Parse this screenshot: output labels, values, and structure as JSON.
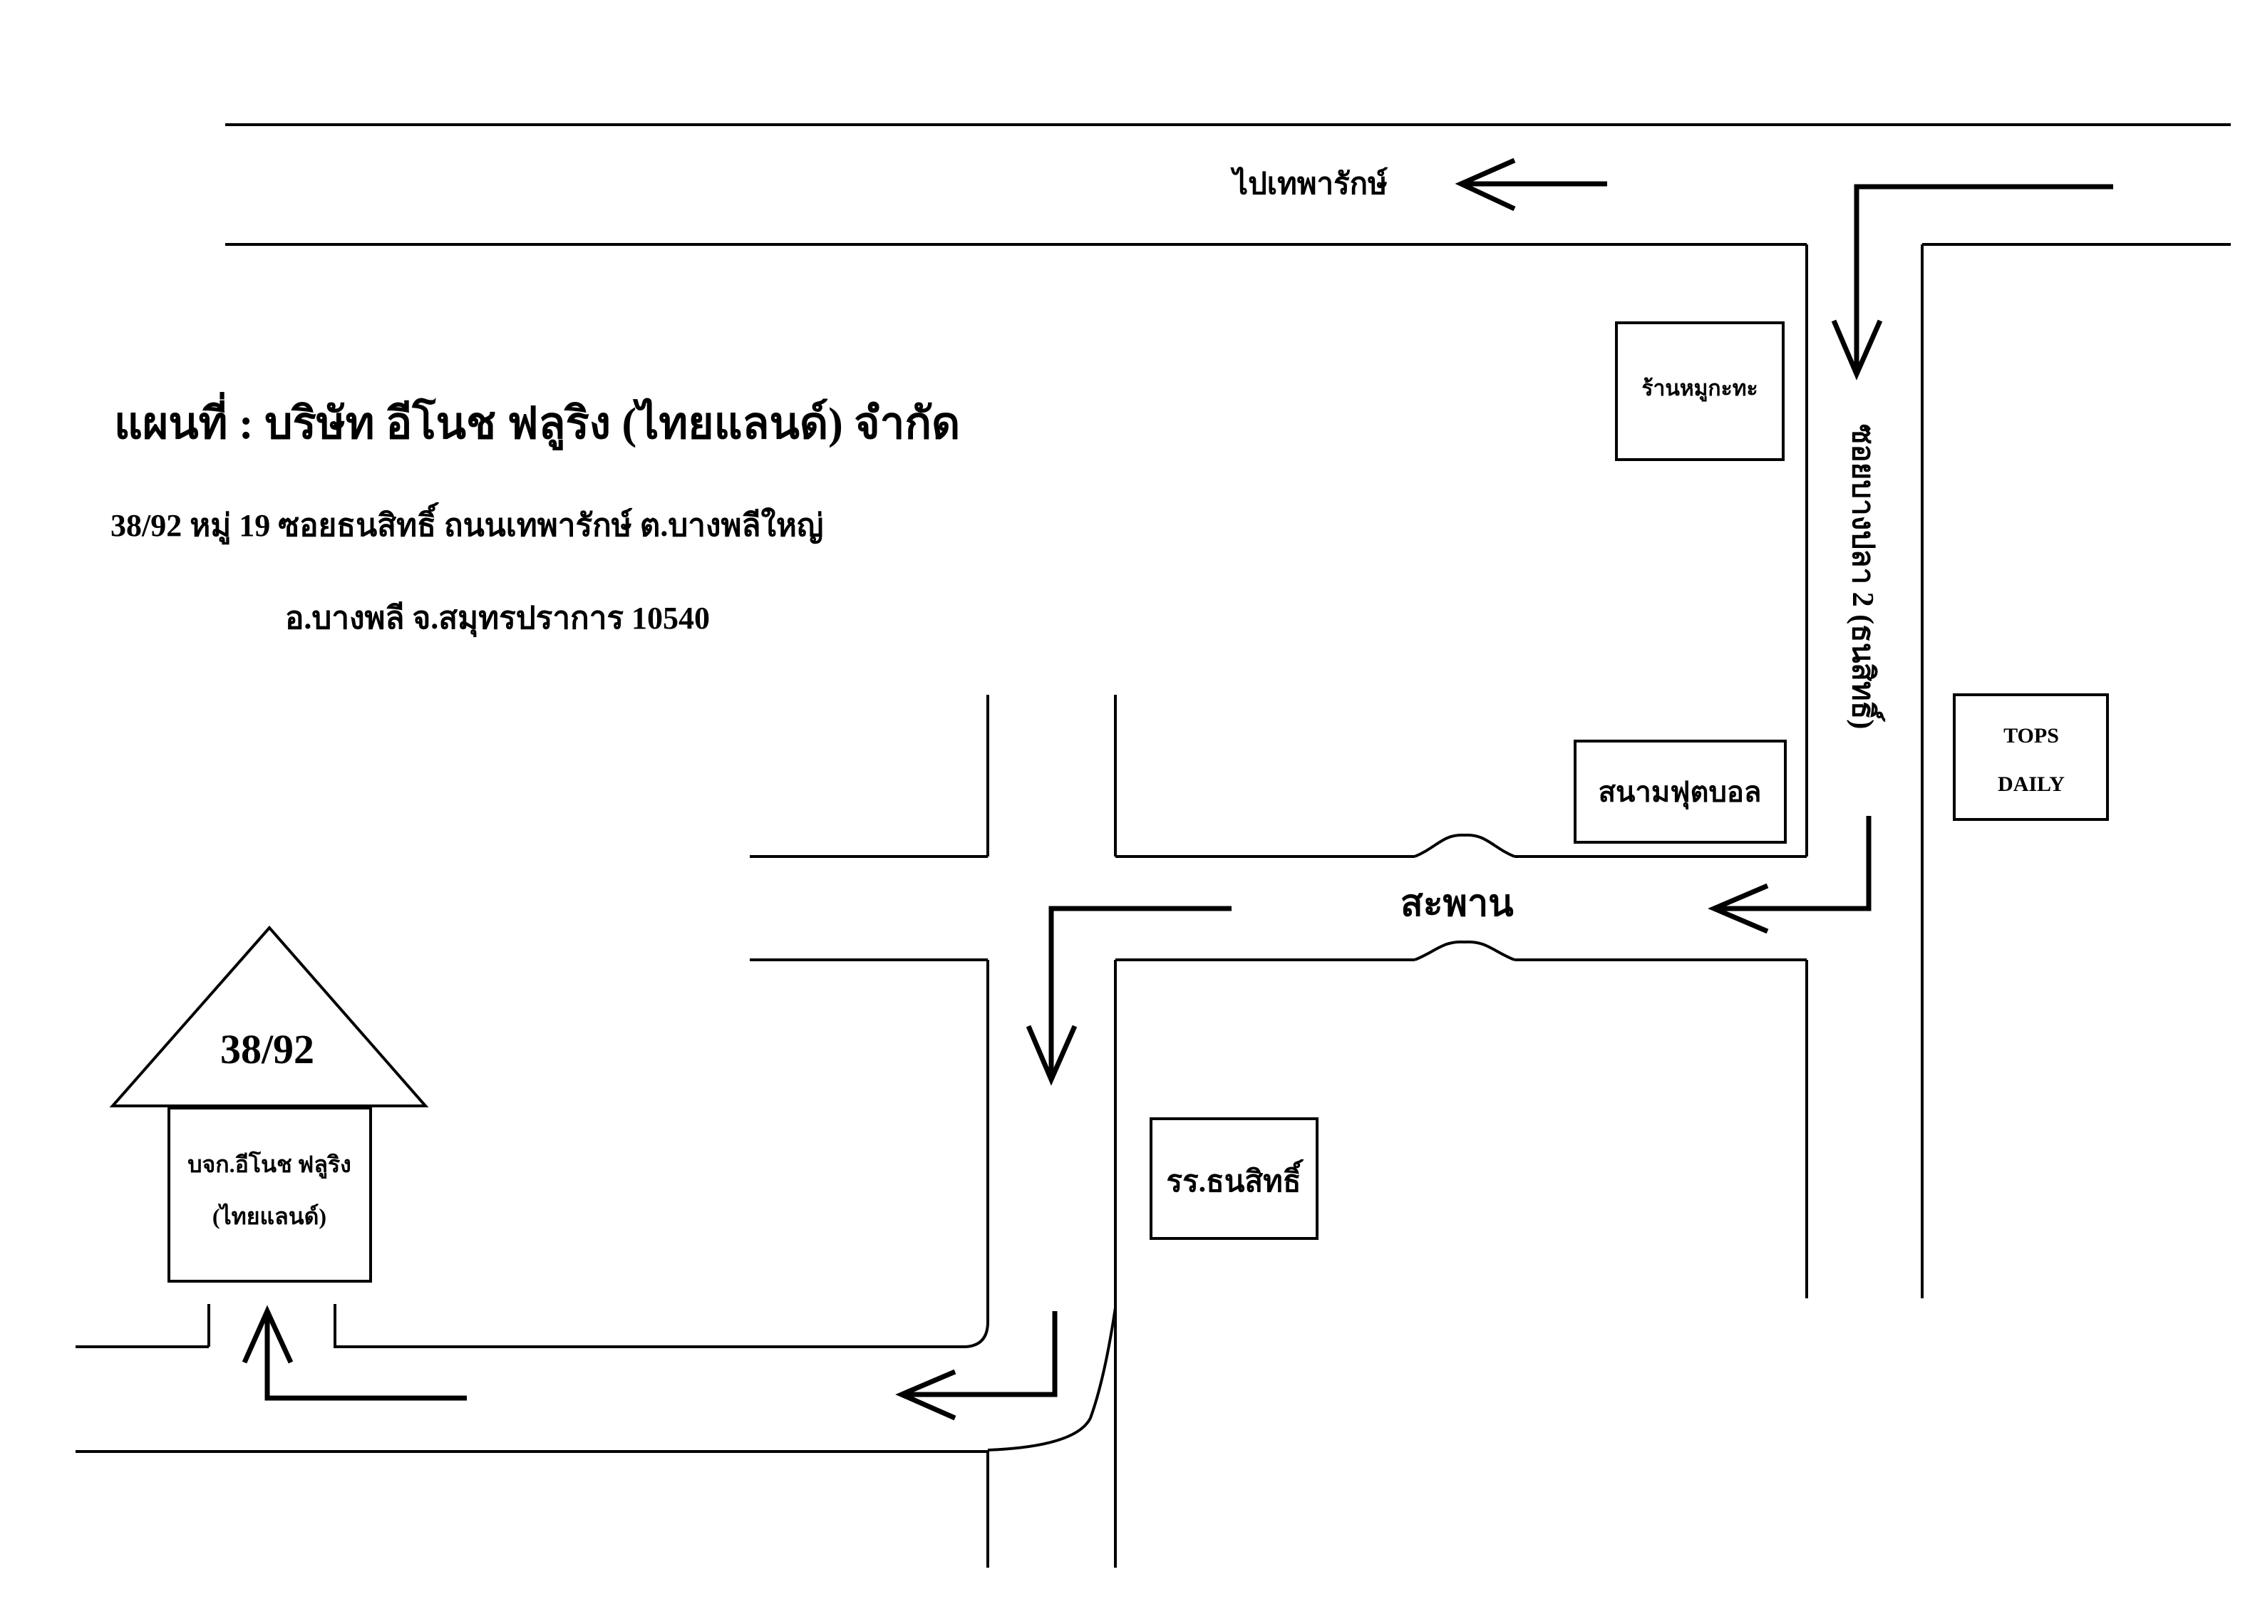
{
  "title": "แผนที่ : บริษัท อีโนช ฟลูริง (ไทยแลนด์) จำกัด",
  "address_line1": "38/92 หมู่ 19 ซอยธนสิทธิ์ ถนนเทพารักษ์ ต.บางพลีใหญ่",
  "address_line2": "อ.บางพลี จ.สมุทรปราการ 10540",
  "labels": {
    "to_theparak": "ไปเทพารักษ์",
    "soi_label": "ซอยบางปลา 2 (ธนสิทธิ์)",
    "bridge": "สะพาน",
    "moo_kratha": "ร้านหมูกะทะ",
    "football_field": "สนามฟุตบอล",
    "tops_line1": "TOPS",
    "tops_line2": "DAILY",
    "school": "รร.ธนสิทธิ์",
    "house_number": "38/92",
    "company_line1": "บจก.อีโนช ฟลูริง",
    "company_line2": "(ไทยแลนด์)"
  },
  "icons": {
    "arrow": "route-arrow-icon",
    "house": "house-roof-icon"
  }
}
